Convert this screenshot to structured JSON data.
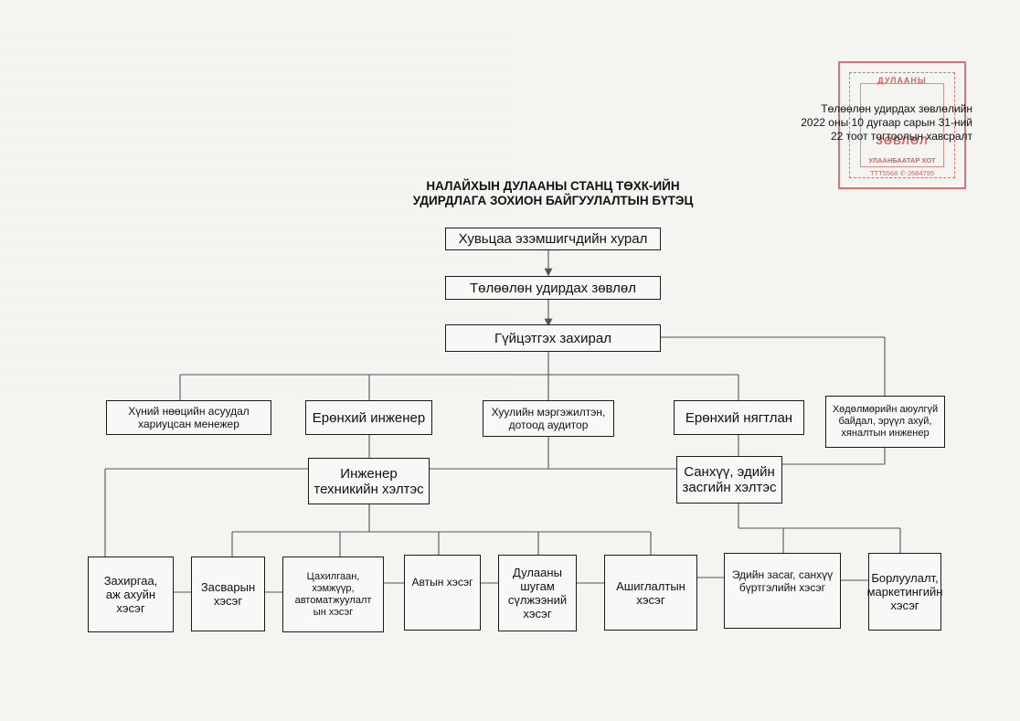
{
  "annex": {
    "line1": "Төлөөлөн удирдах зөвлөлийн",
    "line2": "2022 оны 10 дугаар сарын 31-ний",
    "line3": "22 тоот тогтоолын хавсралт"
  },
  "stamp": {
    "top": "ДУЛААНЫ",
    "middle": "ЗӨВЛӨЛ",
    "city": "УЛААНБААТАР ХОТ",
    "id": "ТТТ5568 ✆ 2684795"
  },
  "title": {
    "line1": "НАЛАЙХЫН ДУЛААНЫ СТАНЦ ТӨХК-ИЙН",
    "line2": "УДИРДЛАГА ЗОХИОН БАЙГУУЛАЛТЫН БҮТЭЦ"
  },
  "org": {
    "shareholders": "Хувьцаа эзэмшигчдийн хурал",
    "board": "Төлөөлөн удирдах зөвлөл",
    "ceo": "Гүйцэтгэх захирал",
    "hr_manager": "Хүний нөөцийн асуудал хариуцсан менежер",
    "chief_engineer": "Ерөнхий инженер",
    "legal_auditor": "Хуулийн мэргэжилтэн, дотоод аудитор",
    "chief_accountant": "Ерөнхий нягтлан",
    "safety_engineer": "Хөдөлмөрийн аюулгүй байдал, эрүүл ахуй, хяналтын инженер",
    "eng_dept_line1": "Инженер",
    "eng_dept_line2": "техникийн хэлтэс",
    "fin_dept_line1": "Санхүү, эдийн",
    "fin_dept_line2": "засгийн хэлтэс",
    "admin_line1": "Захиргаа,",
    "admin_line2": "аж ахуйн",
    "admin_line3": "хэсэг",
    "repair_line1": "Засварын",
    "repair_line2": "хэсэг",
    "electric_line1": "Цахилгаан,",
    "electric_line2": "хэмжүүр,",
    "electric_line3": "автоматжуулалт",
    "electric_line4": "ын хэсэг",
    "auto": "Автын хэсэг",
    "pipeline_line1": "Дулааны",
    "pipeline_line2": "шугам",
    "pipeline_line3": "сүлжээний",
    "pipeline_line4": "хэсэг",
    "operation_line1": "Ашиглалтын",
    "operation_line2": "хэсэг",
    "economics_line1": "Эдийн засаг, санхүү",
    "economics_line2": "бүртгэлийн хэсэг",
    "sales_line1": "Борлуулалт,",
    "sales_line2": "маркетингийн",
    "sales_line3": "хэсэг"
  }
}
